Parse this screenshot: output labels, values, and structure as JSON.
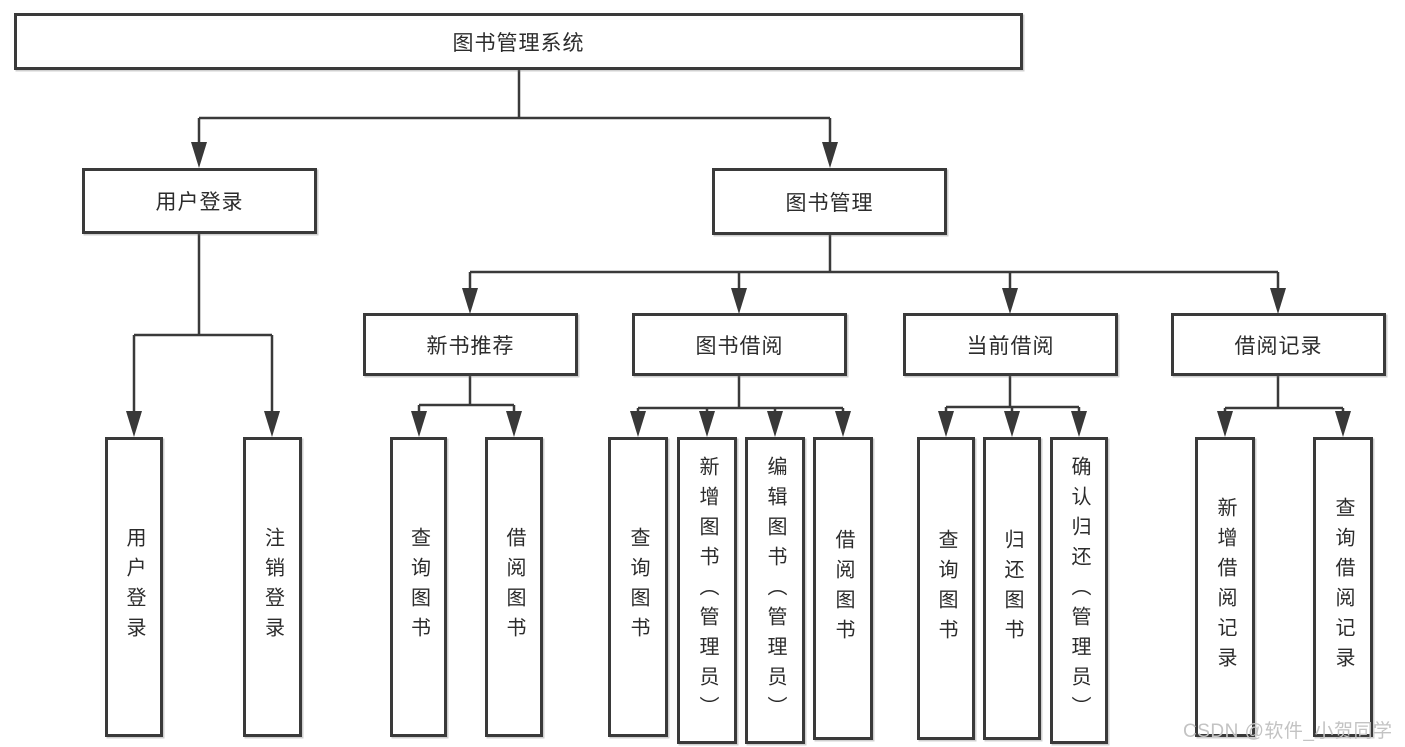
{
  "diagram": {
    "root": {
      "label": "图书管理系统"
    },
    "login": {
      "label": "用户登录",
      "children": [
        {
          "label": "用户登录"
        },
        {
          "label": "注销登录"
        }
      ]
    },
    "mgmt": {
      "label": "图书管理",
      "children": [
        {
          "label": "新书推荐",
          "children": [
            {
              "label": "查询图书"
            },
            {
              "label": "借阅图书"
            }
          ]
        },
        {
          "label": "图书借阅",
          "children": [
            {
              "label": "查询图书"
            },
            {
              "label": "新增图书（管理员）"
            },
            {
              "label": "编辑图书（管理员）"
            },
            {
              "label": "借阅图书"
            }
          ]
        },
        {
          "label": "当前借阅",
          "children": [
            {
              "label": "查询图书"
            },
            {
              "label": "归还图书"
            },
            {
              "label": "确认归还（管理员）"
            }
          ]
        },
        {
          "label": "借阅记录",
          "children": [
            {
              "label": "新增借阅记录"
            },
            {
              "label": "查询借阅记录"
            }
          ]
        }
      ]
    },
    "colors": {
      "line": "#3a3a3a",
      "border": "#3a3a3a",
      "text": "#2c2c2c",
      "background": "#ffffff",
      "watermark": "#c3c3c3"
    }
  },
  "watermark": {
    "text": "CSDN @软件_小贺同学"
  }
}
